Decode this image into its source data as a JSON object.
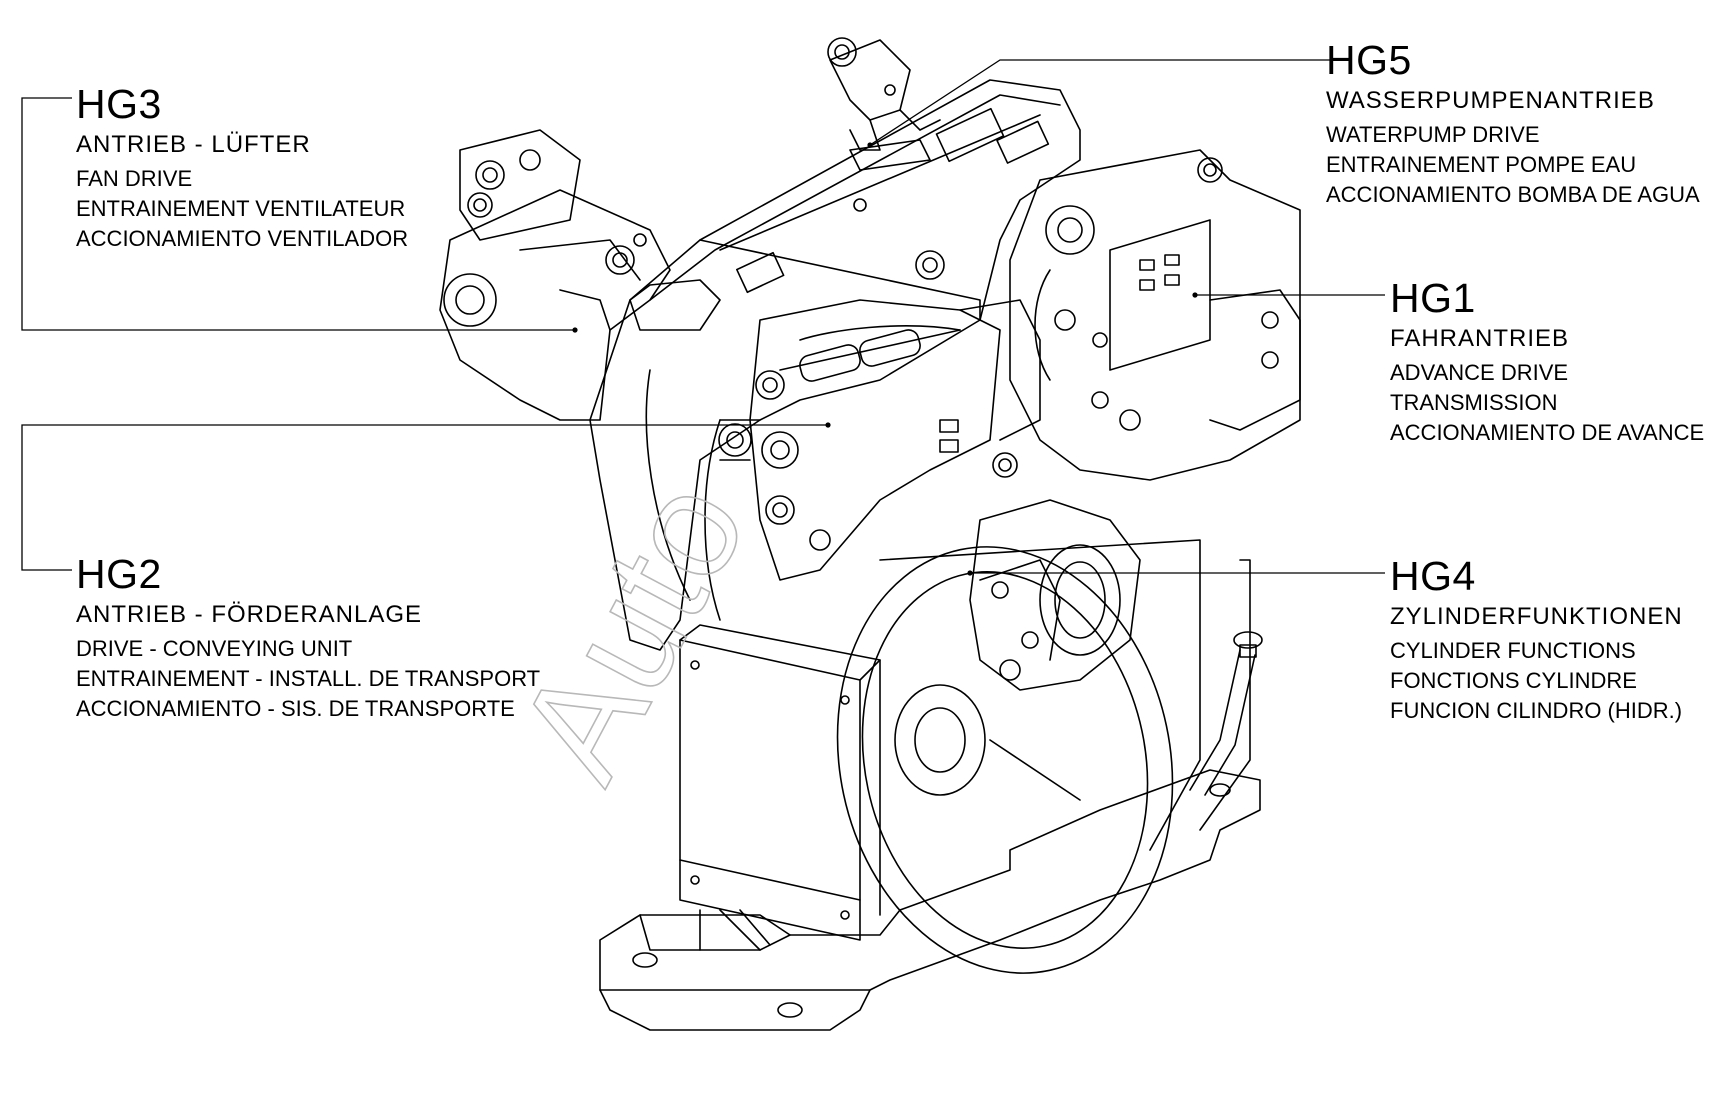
{
  "callouts": {
    "hg3": {
      "code": "HG3",
      "german": "ANTRIEB - LÜFTER",
      "translations": [
        "FAN DRIVE",
        "ENTRAINEMENT VENTILATEUR",
        "ACCIONAMIENTO VENTILADOR"
      ]
    },
    "hg5": {
      "code": "HG5",
      "german": "WASSERPUMPENANTRIEB",
      "translations": [
        "WATERPUMP DRIVE",
        "ENTRAINEMENT POMPE EAU",
        "ACCIONAMIENTO BOMBA DE AGUA"
      ]
    },
    "hg1": {
      "code": "HG1",
      "german": "FAHRANTRIEB",
      "translations": [
        "ADVANCE DRIVE",
        "TRANSMISSION",
        "ACCIONAMIENTO DE AVANCE"
      ]
    },
    "hg2": {
      "code": "HG2",
      "german": "ANTRIEB - FÖRDERANLAGE",
      "translations": [
        "DRIVE - CONVEYING UNIT",
        "ENTRAINEMENT - INSTALL. DE TRANSPORT",
        "ACCIONAMIENTO - SIS. DE TRANSPORTE"
      ]
    },
    "hg4": {
      "code": "HG4",
      "german": "ZYLINDERFUNKTIONEN",
      "translations": [
        "CYLINDER FUNCTIONS",
        "FONCTIONS CYLINDRE",
        "FUNCION CILINDRO (HIDR.)"
      ]
    }
  },
  "watermark": "Auto",
  "colors": {
    "line": "#000000",
    "background": "#ffffff",
    "watermark": "#b8b8b8"
  }
}
